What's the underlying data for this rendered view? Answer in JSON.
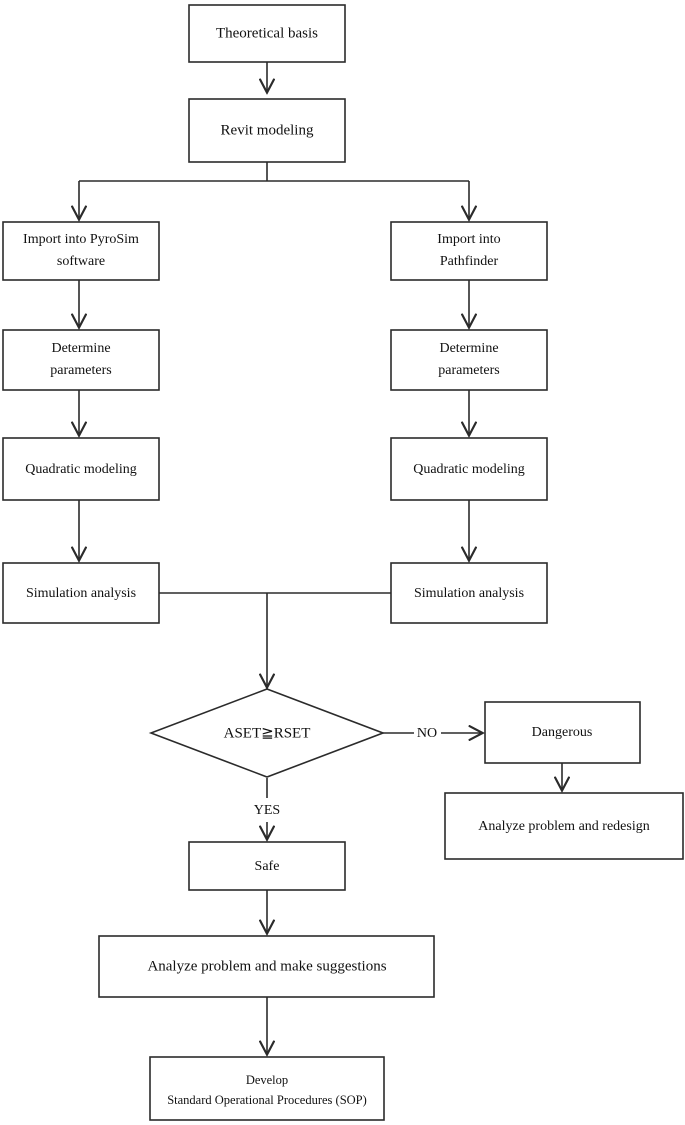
{
  "diagram": {
    "type": "flowchart",
    "title": "Fire simulation and evacuation analysis workflow",
    "background": "#ffffff",
    "stroke_color": "#2b2b2b",
    "text_color": "#111111",
    "nodes": {
      "theoretical_basis": "Theoretical basis",
      "revit_modeling": "Revit modeling",
      "import_pyrosim_line1": "Import into PyroSim",
      "import_pyrosim_line2": "software",
      "import_pathfinder_line1": "Import into",
      "import_pathfinder_line2": "Pathfinder",
      "determine_parameters_left_line1": "Determine",
      "determine_parameters_left_line2": "parameters",
      "determine_parameters_right_line1": "Determine",
      "determine_parameters_right_line2": "parameters",
      "quadratic_modeling_left": "Quadratic modeling",
      "quadratic_modeling_right": "Quadratic modeling",
      "simulation_analysis_left": "Simulation analysis",
      "simulation_analysis_right": "Simulation analysis",
      "decision": "ASET≧RSET",
      "dangerous": "Dangerous",
      "analyze_redesign": "Analyze problem and redesign",
      "safe": "Safe",
      "analyze_suggestions": "Analyze problem and make suggestions",
      "develop_sop_line1": "Develop",
      "develop_sop_line2": "Standard Operational Procedures (SOP)"
    },
    "edge_labels": {
      "no": "NO",
      "yes": "YES"
    }
  }
}
